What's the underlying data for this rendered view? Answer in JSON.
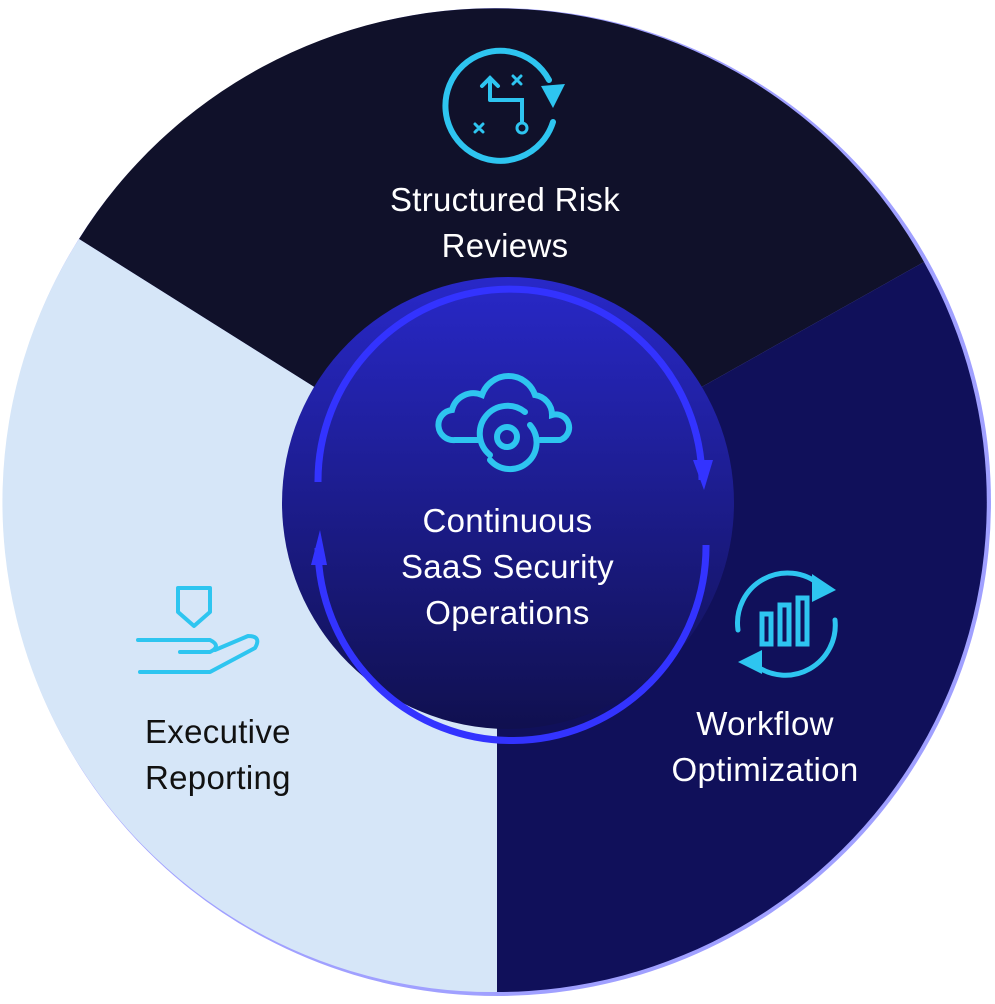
{
  "center": {
    "lines": [
      "Continuous",
      "SaaS Security",
      "Operations"
    ],
    "icon": "cloud-gear-sync-icon"
  },
  "segments": [
    {
      "lines": [
        "Structured Risk",
        "Reviews"
      ],
      "icon": "strategy-path-cycle-icon",
      "color": "#10112a"
    },
    {
      "lines": [
        "Workflow",
        "Optimization"
      ],
      "icon": "bar-chart-cycle-icon",
      "color": "#10105a"
    },
    {
      "lines": [
        "Executive",
        "Reporting"
      ],
      "icon": "hand-shield-icon",
      "color": "#d6e6f8"
    }
  ],
  "colors": {
    "accent": "#2ec5f0",
    "ring": "#3333ff",
    "border": "#a0a0ff"
  }
}
